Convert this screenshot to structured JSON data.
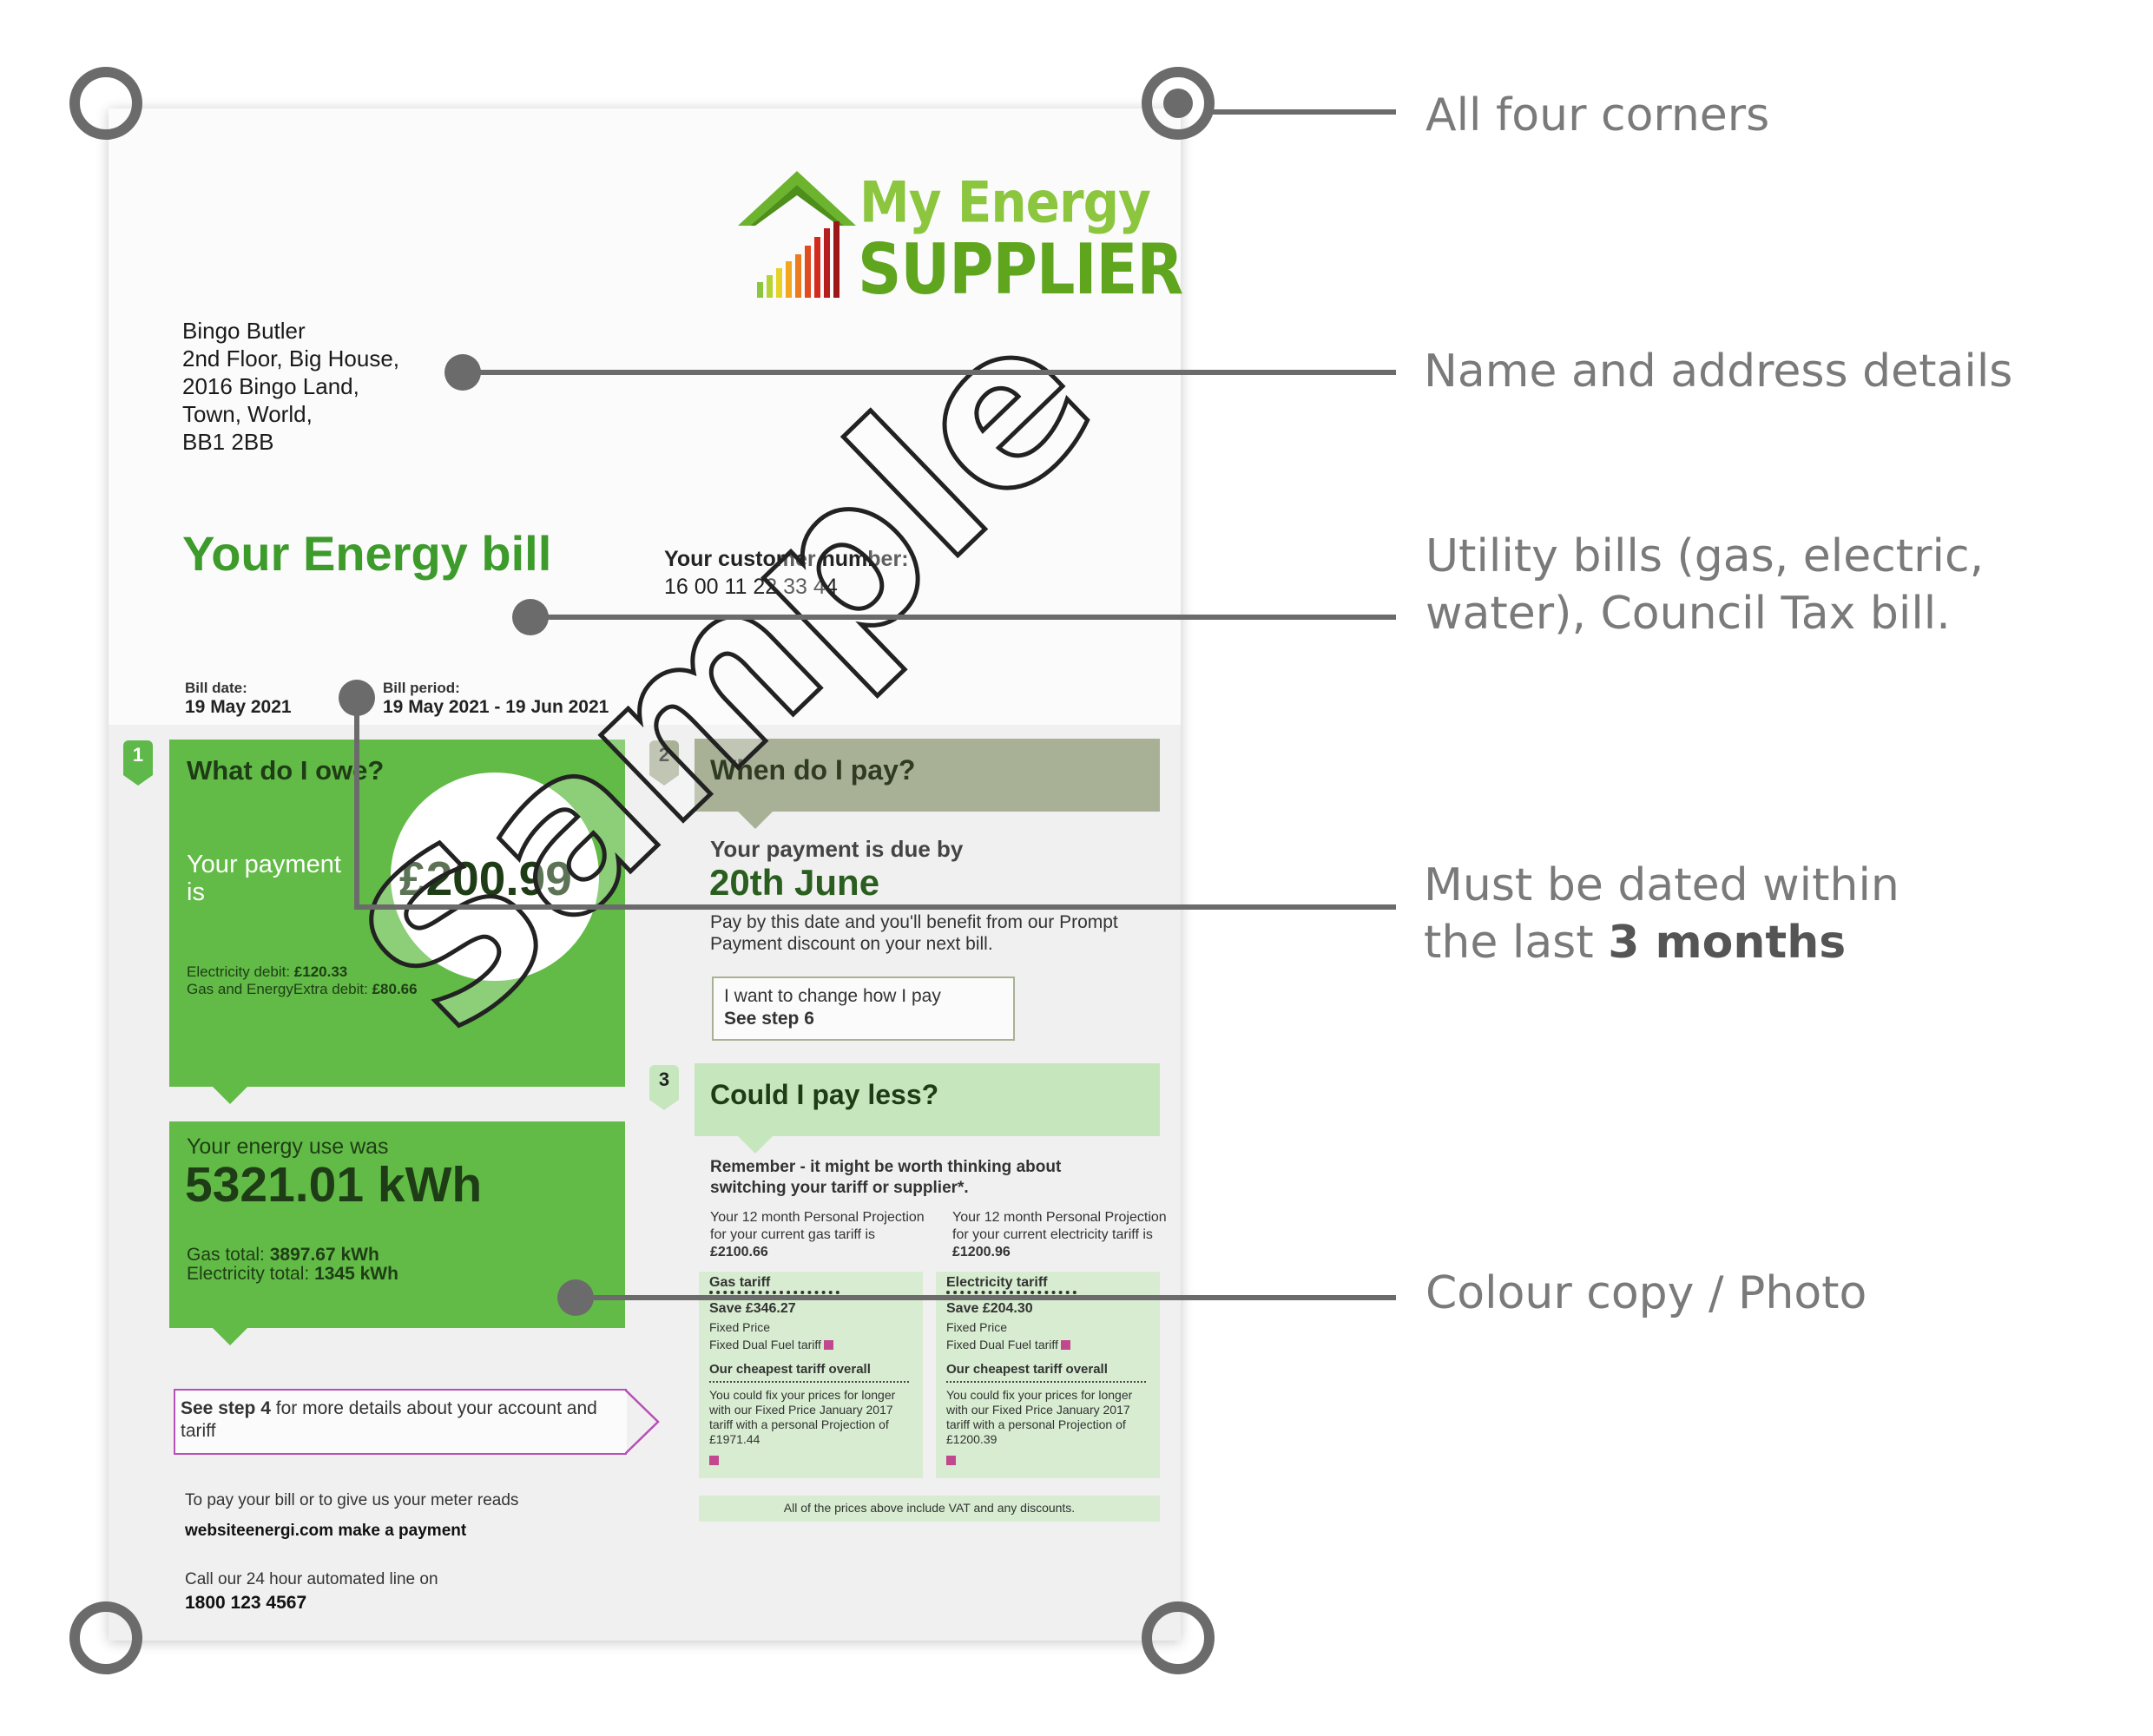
{
  "logo": {
    "brand_top": "My Energy",
    "brand_bottom": "SUPPLIER"
  },
  "address": {
    "lines": [
      "Bingo Butler",
      "2nd Floor, Big House,",
      "2016 Bingo Land,",
      "Town, World,",
      "BB1 2BB"
    ]
  },
  "bill": {
    "title": "Your Energy bill",
    "customer_label": "Your customer number:",
    "customer_number": "16 00 11 22 33 44",
    "bill_date_label": "Bill date:",
    "bill_date": "19 May 2021",
    "bill_period_label": "Bill period:",
    "bill_period": "19 May 2021 - 19 Jun 2021"
  },
  "step1": {
    "badge": "1",
    "heading": "What do I owe?",
    "payment_label": "Your payment is",
    "amount": "£200.99",
    "electricity_debit_label": "Electricity debit:",
    "electricity_debit": "£120.33",
    "gas_debit_label": "Gas and EnergyExtra debit:",
    "gas_debit": "£80.66"
  },
  "usage": {
    "label": "Your energy use was",
    "value": "5321.01 kWh",
    "gas_total_label": "Gas total:",
    "gas_total": "3897.67 kWh",
    "electricity_total_label": "Electricity total:",
    "electricity_total": "1345 kWh"
  },
  "step4_callout": {
    "prefix": "See step 4",
    "text": "for more details about your account and tariff"
  },
  "payment_info": {
    "instruction": "To pay your bill or to give us your meter reads",
    "url": "websiteenergi.com make a payment",
    "call_instruction": "Call our 24 hour automated line on",
    "call_number": "1800  123 4567"
  },
  "step2": {
    "badge": "2",
    "heading": "When do I pay?",
    "due_label": "Your payment is due by",
    "due_date": "20th June",
    "prompt_text": "Pay by this date and you'll benefit from our Prompt Payment discount on your next bill.",
    "change_line1": "I want to change how I pay",
    "change_line2": "See step 6"
  },
  "step3": {
    "badge": "3",
    "heading": "Could I pay less?",
    "remember": "Remember - it might be worth thinking about switching your tariff or supplier*.",
    "gas_projection_text": "Your 12 month Personal Projection for your current gas tariff is",
    "gas_projection_value": "£2100.66",
    "elec_projection_text": "Your 12 month Personal Projection for your current electricity tariff is",
    "elec_projection_value": "£1200.96",
    "gas_tariff": {
      "head": "Gas tariff",
      "save": "Save £346.27",
      "line1": "Fixed Price",
      "line2": "Fixed Dual Fuel tariff",
      "cheapest": "Our cheapest tariff overall",
      "fix_text": "You could fix your prices for longer with our Fixed Price January 2017 tariff with a personal Projection of £1971.44"
    },
    "elec_tariff": {
      "head": "Electricity tariff",
      "save": "Save £204.30",
      "line1": "Fixed Price",
      "line2": "Fixed Dual Fuel tariff",
      "cheapest": "Our cheapest tariff overall",
      "fix_text": "You could fix your prices for longer with our Fixed Price January 2017 tariff with a personal Projection of £1200.39"
    },
    "vat_note": "All of the prices above include VAT and any discounts."
  },
  "watermark": "Sample",
  "annotations": {
    "corners": "All four corners",
    "name_address": "Name and address details",
    "utility_line1": "Utility bills (gas, electric,",
    "utility_line2": "water), Council Tax bill.",
    "dated_line1": "Must be dated within",
    "dated_line2_prefix": "the last",
    "dated_line2_bold": "3 months",
    "colour": "Colour copy / Photo"
  },
  "colors": {
    "brand_green": "#5fa51d",
    "panel_green": "#62bb46",
    "title_green": "#3d9b2c",
    "annotation_gray": "#6b6b6b",
    "accent_purple": "#b74fb7"
  }
}
